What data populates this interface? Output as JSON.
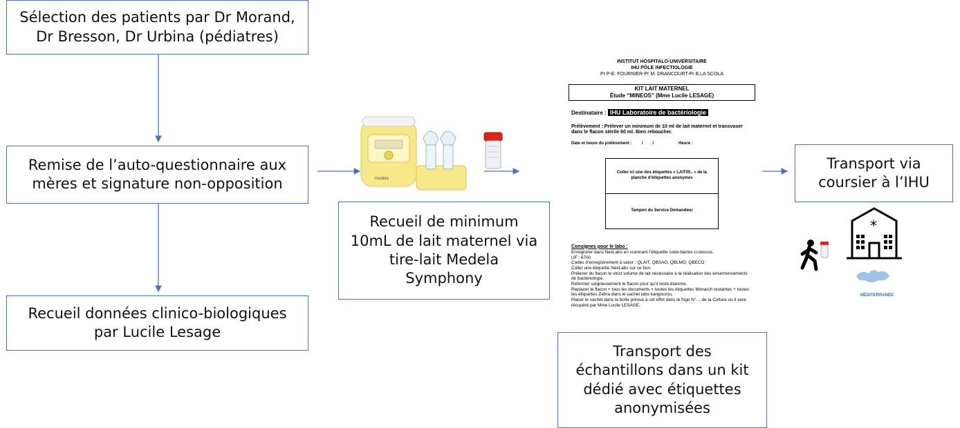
{
  "boxes": {
    "selection": "Sélection des patients par Dr Morand,\nDr Bresson, Dr Urbina (pédiatres)",
    "remise": "Remise de l’auto-questionnaire aux\nmères et signature non-opposition",
    "recueil_donnees": "Recueil données clinico-biologiques\npar Lucile Lesage",
    "recueil_lait": "Recueil de minimum\n10mL de lait maternel via\ntire-lait Medela\nSymphony",
    "transport_kit": "Transport des\néchantillons dans un kit\ndédié avec étiquettes\nanonymisées",
    "transport_ihu": "Transport via\ncoursier à l’IHU"
  },
  "pump_brand": "medela",
  "doc": {
    "institute": "INSTITUT HOSPITALO-UNIVERSITAIRE",
    "pole": "IHU PÔLE INFECTIOLOGIE",
    "professors": "Pr P-E. FOURNIER-Pr M. DRANCOURT-Pr B.LA SCOLA",
    "kit_title": "KIT LAIT MATERNEL",
    "kit_study": "Étude “MINEOS” (Mme Lucile LESAGE)",
    "dest_label": "Destinataire :",
    "dest_value": "IHU Laboratoire de bactériologie",
    "prelevement": "Prélèvement : Prélever un minimum de 10 ml de lait maternel et transvaser dans le flacon stérile 60 ml. Bien reboucher.",
    "date_label": "Date et heure du prélèvement :",
    "date_sep1": "/",
    "date_sep2": "/",
    "heure_label": "Heure :",
    "cell1": "Coller ici une des étiquettes « LAIT00.. » de la planche d’étiquettes anonymes",
    "cell2": "Tampon du Service Demandeur",
    "consignes_title": "Consignes pour le labo :",
    "consignes": [
      "Enregistrer dans NexLabs en scannant l’étiquette code-barres ci-dessus.",
      "UF : 6700",
      "Codes d’enregistrement à saisir : QLAIT, QBSAG, QBLMO, QBECO",
      "Coller une étiquette NexLabs sur ce bon.",
      "Prélever du flacon le strict volume de lait nécessaire à la réalisation des ensemencements de bactériologie.",
      "Refermer soigneusement le flacon pour qu’il reste étanche.",
      "Replacer le flacon + tous les documents + toutes les étiquettes Monarch restantes + toutes les étiquettes Zebra dans le sachet labo kangourou.",
      "Placer le sachet dans la boîte prévue à cet effet dans le frigo N°… de la Culture où il sera récupéré par Mme Lucile LESAGE."
    ]
  },
  "logo_caption": "MÉDITERRANÉE",
  "colors": {
    "box_border": "#4472c4",
    "arrow": "#4472c4"
  }
}
